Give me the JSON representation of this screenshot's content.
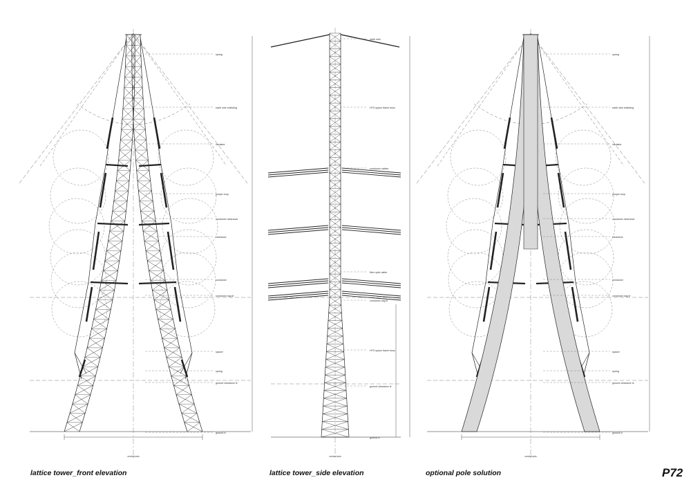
{
  "page_number": "P72",
  "panels": [
    {
      "caption": "lattice tower_front elevation"
    },
    {
      "caption": "lattice tower_side elevation"
    },
    {
      "caption": "optional pole solution"
    }
  ],
  "front_labels": [
    "spring",
    "earth wire shielding",
    "insulator",
    "jumper loop",
    "conductor clearance",
    "clearance",
    "conductor",
    "conductor sag ie",
    "spacer",
    "spring",
    "ground clearance ie",
    "ground lv"
  ],
  "side_labels": [
    "earth wire",
    "HTS space frame truss",
    "conductor cables",
    "fiber optic cable",
    "conductor sag ie",
    "HTS space frame truss",
    "ground clearance ie",
    "ground lv"
  ],
  "pole_labels": [
    "spring",
    "earth wire shielding",
    "insulator",
    "jumper loop",
    "conductor clearance",
    "clearance",
    "conductor",
    "conductor sag ie",
    "spacer",
    "spring",
    "ground clearance ie",
    "ground lv"
  ],
  "axis_label": "central axis",
  "colors": {
    "line": "#222222",
    "pole_fill": "#d9d9d9",
    "dash": "#666666"
  }
}
